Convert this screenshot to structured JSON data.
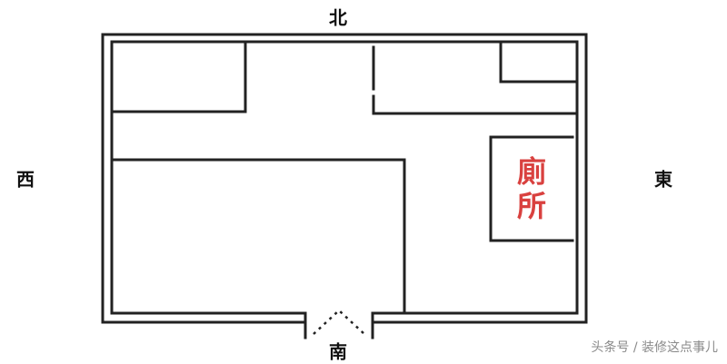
{
  "directions": {
    "north": "北",
    "west": "西",
    "east": "東",
    "south": "南"
  },
  "rooms": {
    "toilet_label": "廁所"
  },
  "watermark": "头条号 / 装修这点事儿",
  "colors": {
    "wall": "#222222",
    "toilet_label": "#d9413f",
    "watermark": "#8a8a8a"
  }
}
